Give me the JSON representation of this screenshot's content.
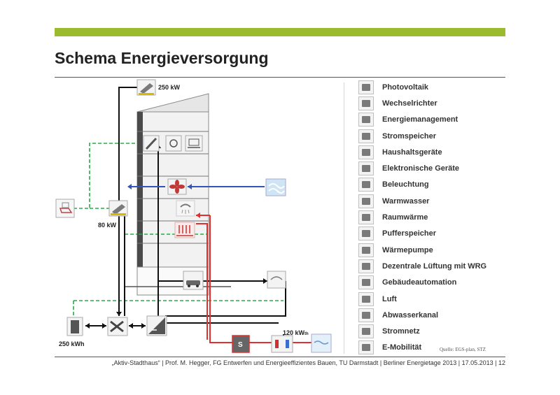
{
  "page": {
    "title": "Schema Energieversorgung",
    "footer": "„Aktiv-Stadthaus“ | Prof. M. Hegger, FG Entwerfen und Energieeffizientes Bauen, TU Darmstadt | Berliner Energietage 2013 | 17.05.2013 | 12",
    "source": "Quelle: EGS-plan, STZ"
  },
  "diagram": {
    "labels": {
      "pv_roof": "250 kW",
      "pv_facade": "80 kW",
      "battery": "250 kWh",
      "grid": "120 kW",
      "grid_suffix": "th"
    }
  },
  "legend": [
    {
      "label": "Photovoltaik",
      "icon": "pv-panel-icon"
    },
    {
      "label": "Wechselrichter",
      "icon": "inverter-icon"
    },
    {
      "label": "Energiemanagement",
      "icon": "shuffle-icon"
    },
    {
      "label": "Stromspeicher",
      "icon": "battery-icon"
    },
    {
      "label": "Haushaltsgeräte",
      "icon": "washing-machine-icon"
    },
    {
      "label": "Elektronische Geräte",
      "icon": "laptop-icon"
    },
    {
      "label": "Beleuchtung",
      "icon": "lamp-icon"
    },
    {
      "label": "Warmwasser",
      "icon": "shower-icon"
    },
    {
      "label": "Raumwärme",
      "icon": "radiator-icon"
    },
    {
      "label": "Pufferspeicher",
      "icon": "buffer-tank-icon"
    },
    {
      "label": "Wärmepumpe",
      "icon": "heat-pump-icon"
    },
    {
      "label": "Dezentrale Lüftung mit WRG",
      "icon": "fan-icon"
    },
    {
      "label": "Gebäudeautomation",
      "icon": "automation-icon"
    },
    {
      "label": "Luft",
      "icon": "air-icon"
    },
    {
      "label": "Abwasserkanal",
      "icon": "sewer-icon"
    },
    {
      "label": "Stromnetz",
      "icon": "power-grid-icon"
    },
    {
      "label": "E-Mobilität",
      "icon": "e-mobility-icon"
    }
  ],
  "colors": {
    "accent_bar": "#9bbb2f",
    "heat_line": "#e03030",
    "air_line": "#3355bb",
    "data_line": "#2aa84a",
    "power_line": "#111111"
  }
}
